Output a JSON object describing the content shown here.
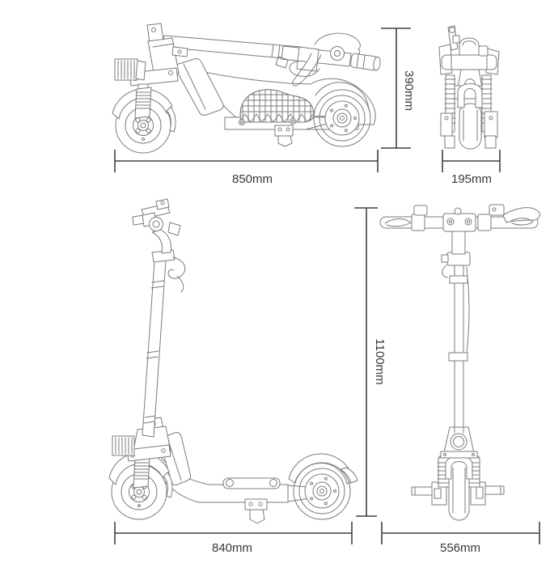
{
  "diagram": {
    "subject": "folding-electric-scooter-dimension-diagram",
    "background_color": "#ffffff",
    "line_color": "#7b7b7b",
    "dimension_line_color": "#404040",
    "text_color": "#383838",
    "views": {
      "folded_side": {
        "name": "folded side view",
        "length": "850mm",
        "height": "390mm"
      },
      "folded_front": {
        "name": "folded front view",
        "width": "195mm"
      },
      "unfolded_side": {
        "name": "unfolded side view",
        "length": "840mm"
      },
      "unfolded_front": {
        "name": "unfolded front view",
        "height": "1100mm",
        "width": "556mm"
      }
    }
  }
}
